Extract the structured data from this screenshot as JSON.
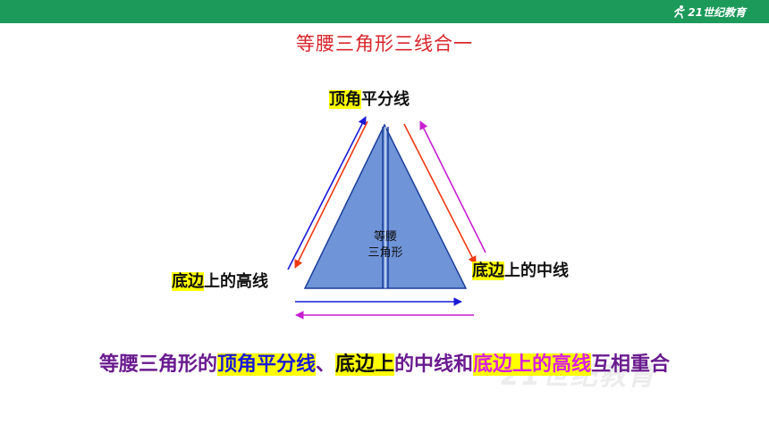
{
  "colors": {
    "brand": "#1c9a5a",
    "title_red": "#d7262c",
    "triangle_fill": "#6f94d8",
    "triangle_stroke": "#1b3f9b",
    "arrow_blue": "#1a1ad8",
    "arrow_red": "#f03a12",
    "arrow_magenta": "#c81fd0",
    "highlight": "#ffff00",
    "summary_purple": "#6a1b8f",
    "summary_blue": "#1a1ad8",
    "summary_magenta": "#d81ee0"
  },
  "header": {
    "logo_text": "21世纪教育",
    "logo_icon": "runner-icon"
  },
  "title": "等腰三角形三线合一",
  "labels": {
    "top": {
      "hl": "顶角",
      "rest": "平分线"
    },
    "left": {
      "hl": "底边",
      "rest": "上的高线"
    },
    "right": {
      "hl": "底边",
      "rest": "上的中线"
    }
  },
  "triangle": {
    "line1": "等腰",
    "line2": "三角形"
  },
  "summary": {
    "part1": "等腰三角形的",
    "part2": "顶角平分线",
    "part3": "、",
    "part4": "底边上",
    "part5": "的中线和",
    "part6": "底边上的高线",
    "part7": "互相重合"
  },
  "watermark": "21世纪教育"
}
